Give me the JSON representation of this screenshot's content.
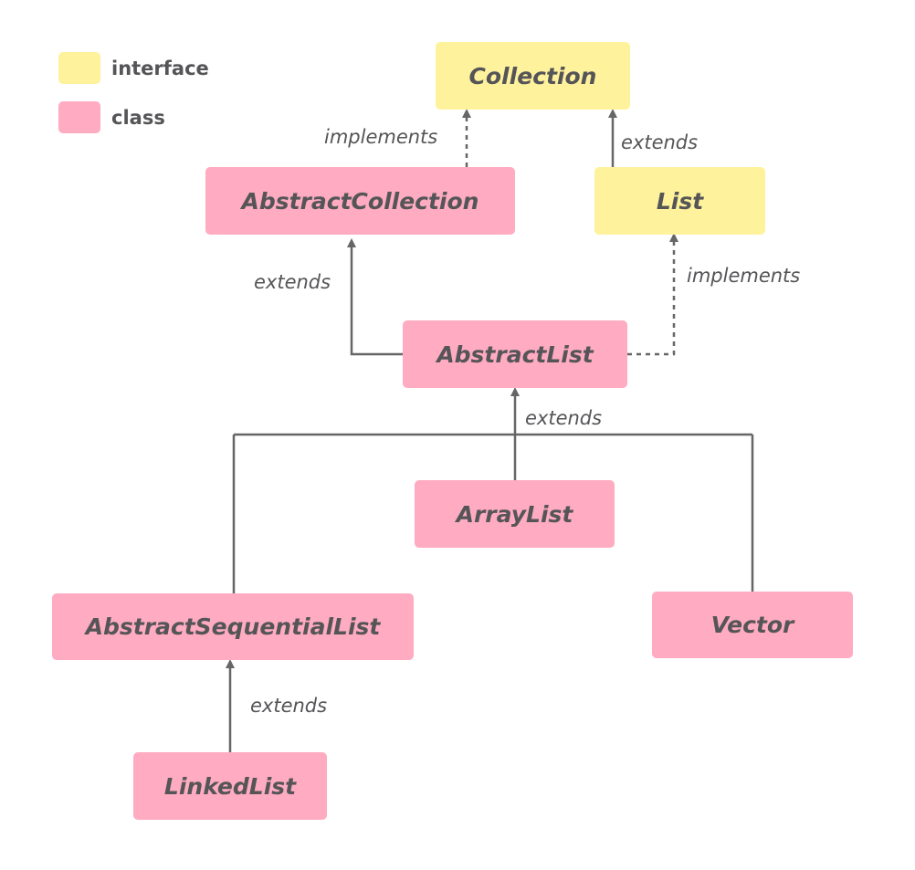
{
  "legend": {
    "interface_label": "interface",
    "class_label": "class",
    "interface_color": "#fff29c",
    "class_color": "#ffabc1"
  },
  "nodes": {
    "collection": "Collection",
    "abstract_collection": "AbstractCollection",
    "list": "List",
    "abstract_list": "AbstractList",
    "array_list": "ArrayList",
    "abstract_sequential_list": "AbstractSequentialList",
    "vector": "Vector",
    "linked_list": "LinkedList"
  },
  "edges": {
    "abstract_collection_to_collection": "implements",
    "list_to_collection": "extends",
    "abstract_list_to_abstract_collection": "extends",
    "abstract_list_to_list": "implements",
    "subclasses_to_abstract_list": "extends",
    "linked_list_to_abstract_sequential_list": "extends"
  },
  "colors": {
    "line": "#666666",
    "text": "#555558"
  }
}
